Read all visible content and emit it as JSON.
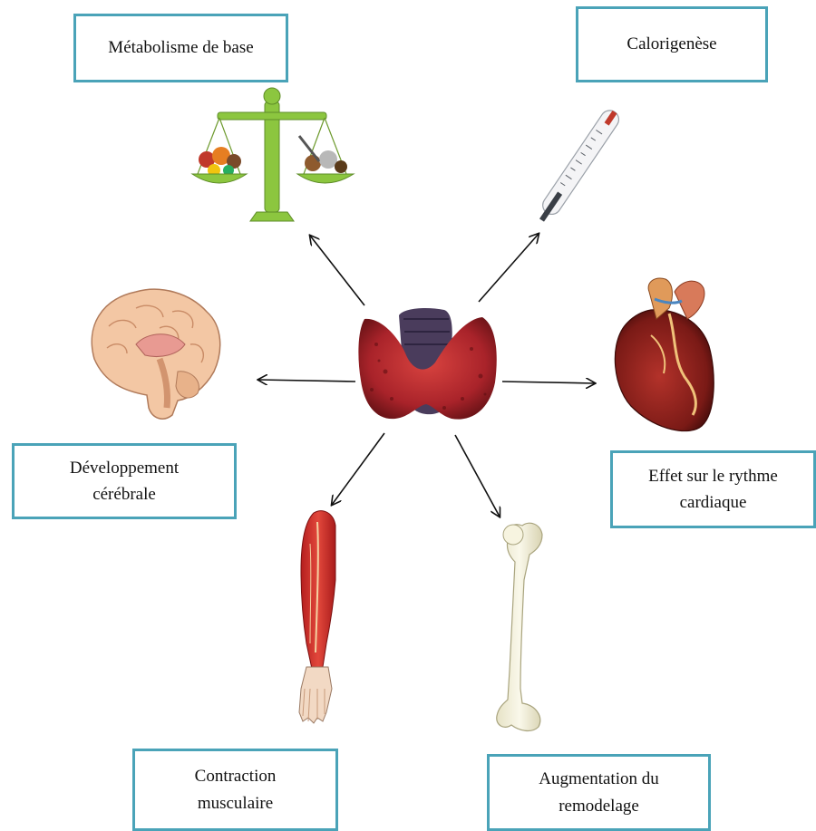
{
  "labels": {
    "metabolism": "Métabolisme de base",
    "calorigenesis": "Calorigenèse",
    "brain_development": "Développement cérébrale",
    "heart_rate": "Effet sur le rythme cardiaque",
    "muscle_contraction": "Contraction musculaire",
    "bone_remodeling": "Augmentation du remodelage"
  },
  "colors": {
    "box_border": "#4aa3b8",
    "thyroid_red": "#b3262c",
    "trachea_purple": "#4a3c5c",
    "scale_green": "#8cc63f",
    "arrow": "#111111"
  },
  "icons": {
    "center": "thyroid-gland-icon",
    "metabolism": "balance-scale-icon",
    "calorigenesis": "thermometer-icon",
    "brain_development": "brain-icon",
    "heart_rate": "heart-icon",
    "muscle_contraction": "arm-muscle-icon",
    "bone_remodeling": "femur-bone-icon"
  }
}
